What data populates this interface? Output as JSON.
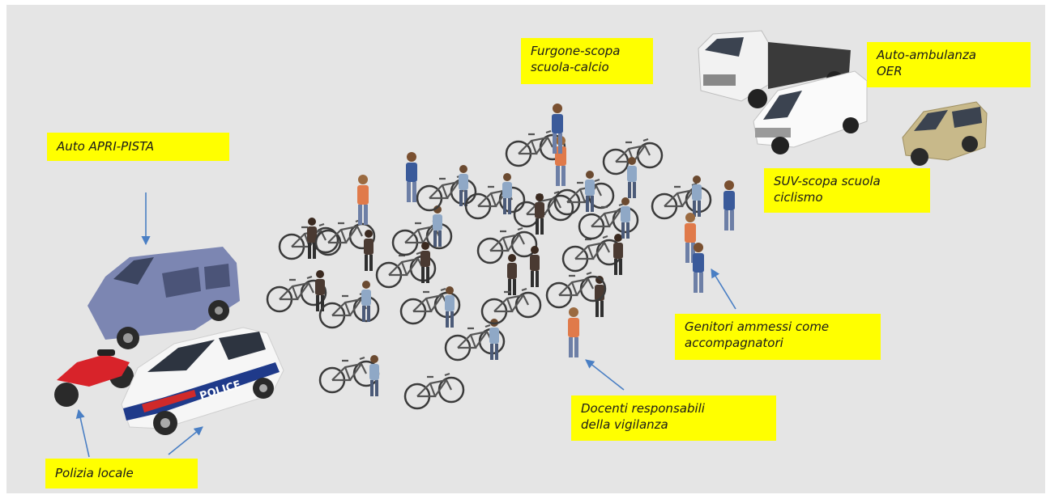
{
  "labels": {
    "apripista": "Auto APRI-PISTA",
    "furgone": "Furgone-scopa\nscuola-calcio",
    "ambulanza": "Auto-ambulanza\nOER",
    "suv": "SUV-scopa scuola\nciclismo",
    "genitori": "Genitori ammessi come\naccompagnatori",
    "docenti": "Docenti responsabili\ndella vigilanza",
    "polizia": "Polizia locale"
  },
  "police_car_text": "POLICE",
  "colors": {
    "background": "#e5e5e5",
    "label_fill": "#ffff00",
    "arrow": "#4a7fc4",
    "minivan": "#7c86b2",
    "motorbike": "#d8232a"
  },
  "icons": [
    "minivan-icon",
    "motorbike-icon",
    "police-car-icon",
    "truck-icon",
    "van-icon",
    "suv-icon",
    "cyclist-icon",
    "person-icon",
    "arrow-icon"
  ]
}
